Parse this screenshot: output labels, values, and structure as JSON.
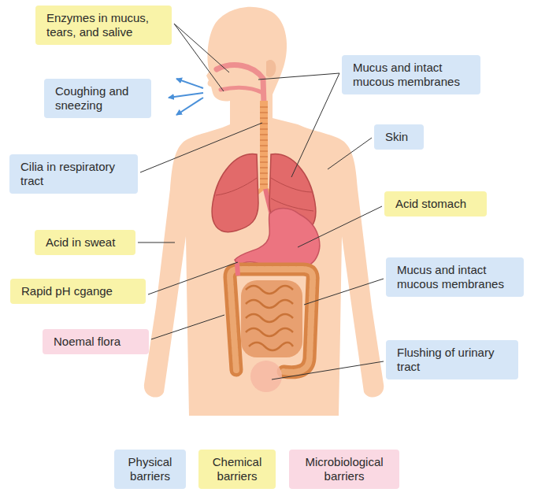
{
  "diagram": {
    "nodes": [
      {
        "text": [
          "Enzymes in mucus, tears, and salive"
        ]
      },
      {
        "text": [
          "Mucus and intact mucous membranes"
        ]
      },
      {
        "text": [
          "Coughing and sneezing"
        ]
      },
      {
        "text": [
          "Skin"
        ]
      },
      {
        "text": [
          "Cilia in respiratory tract"
        ]
      },
      {
        "text": [
          "Acid stomach"
        ]
      },
      {
        "text": [
          "Acid in sweat"
        ]
      },
      {
        "text": [
          "Mucus and intact mucous membranes"
        ]
      },
      {
        "text": [
          "Rapid pH cgange"
        ]
      },
      {
        "text": [
          "Noemal flora"
        ]
      },
      {
        "text": [
          "Flushing of urinary tract"
        ]
      }
    ],
    "legend": [
      {
        "text": "Physical barriers",
        "color": "#d6e6f7"
      },
      {
        "text": "Chemical barriers",
        "color": "#f9f3a8"
      },
      {
        "text": "Microbiological barriers",
        "color": "#fad9e3"
      }
    ]
  }
}
